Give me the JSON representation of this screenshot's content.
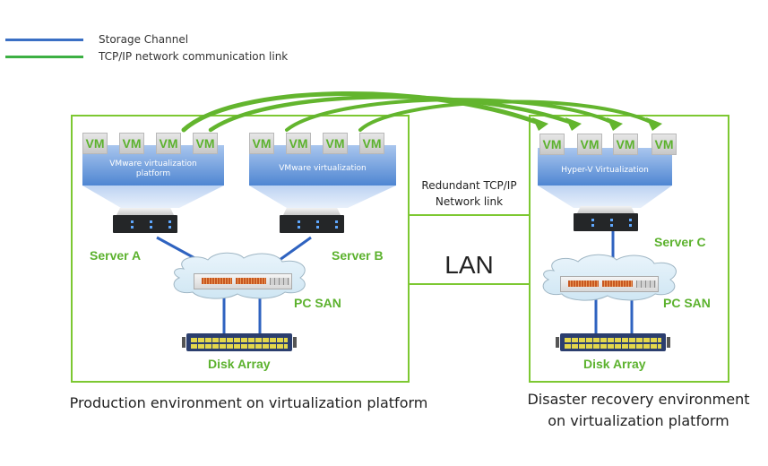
{
  "legend": [
    {
      "label": "Storage Channel",
      "color": "#3a6fc4"
    },
    {
      "label": "TCP/IP network communication link",
      "color": "#3cb043"
    }
  ],
  "colors": {
    "env_border": "#7dc832",
    "label_green": "#5cb22e",
    "storage_line": "#2f63c0",
    "tcp_arrow": "#63b52e"
  },
  "production": {
    "caption": "Production environment on virtualization platform",
    "server_a": {
      "label": "Server A",
      "platform": "VMware virtualization platform",
      "vms": [
        "VM",
        "VM",
        "VM",
        "VM"
      ]
    },
    "server_b": {
      "label": "Server B",
      "platform": "VMware virtualization",
      "vms": [
        "VM",
        "VM",
        "VM",
        "VM"
      ]
    },
    "san_label": "PC SAN",
    "disk_label": "Disk Array"
  },
  "link": {
    "redundant_line1": "Redundant  TCP/IP",
    "redundant_line2": "Network link",
    "lan": "LAN"
  },
  "recovery": {
    "caption_line1": "Disaster recovery environment",
    "caption_line2": "on virtualization platform",
    "server_c": {
      "label": "Server C",
      "platform": "Hyper-V Virtualization",
      "vms": [
        "VM",
        "VM",
        "VM",
        "VM"
      ]
    },
    "san_label": "PC SAN",
    "disk_label": "Disk Array"
  }
}
